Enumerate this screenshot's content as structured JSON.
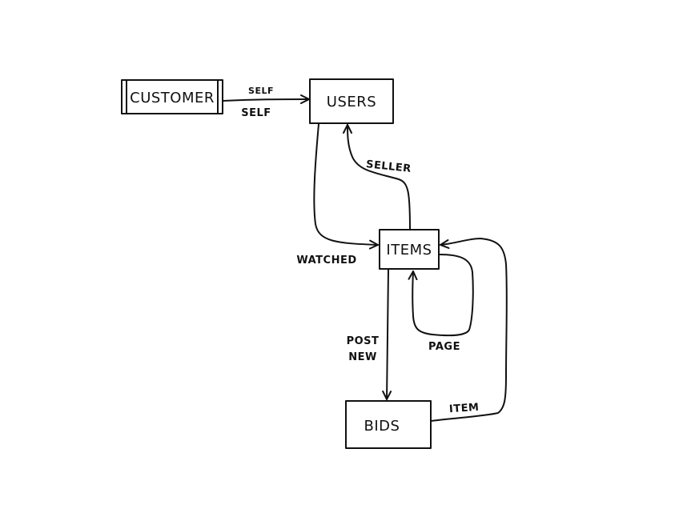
{
  "nodes": {
    "customer": "CUSTOMER",
    "users": "USERS",
    "items": "ITEMS",
    "bids": "BIDS"
  },
  "edges": {
    "customer_users_top": "SELF",
    "customer_users_bottom": "SELF",
    "items_users_seller": "SELLER",
    "users_items_watched": "WATCHED",
    "items_self_page": "PAGE",
    "items_bids_post": "POST",
    "items_bids_new": "NEW",
    "bids_items_item": "ITEM"
  }
}
